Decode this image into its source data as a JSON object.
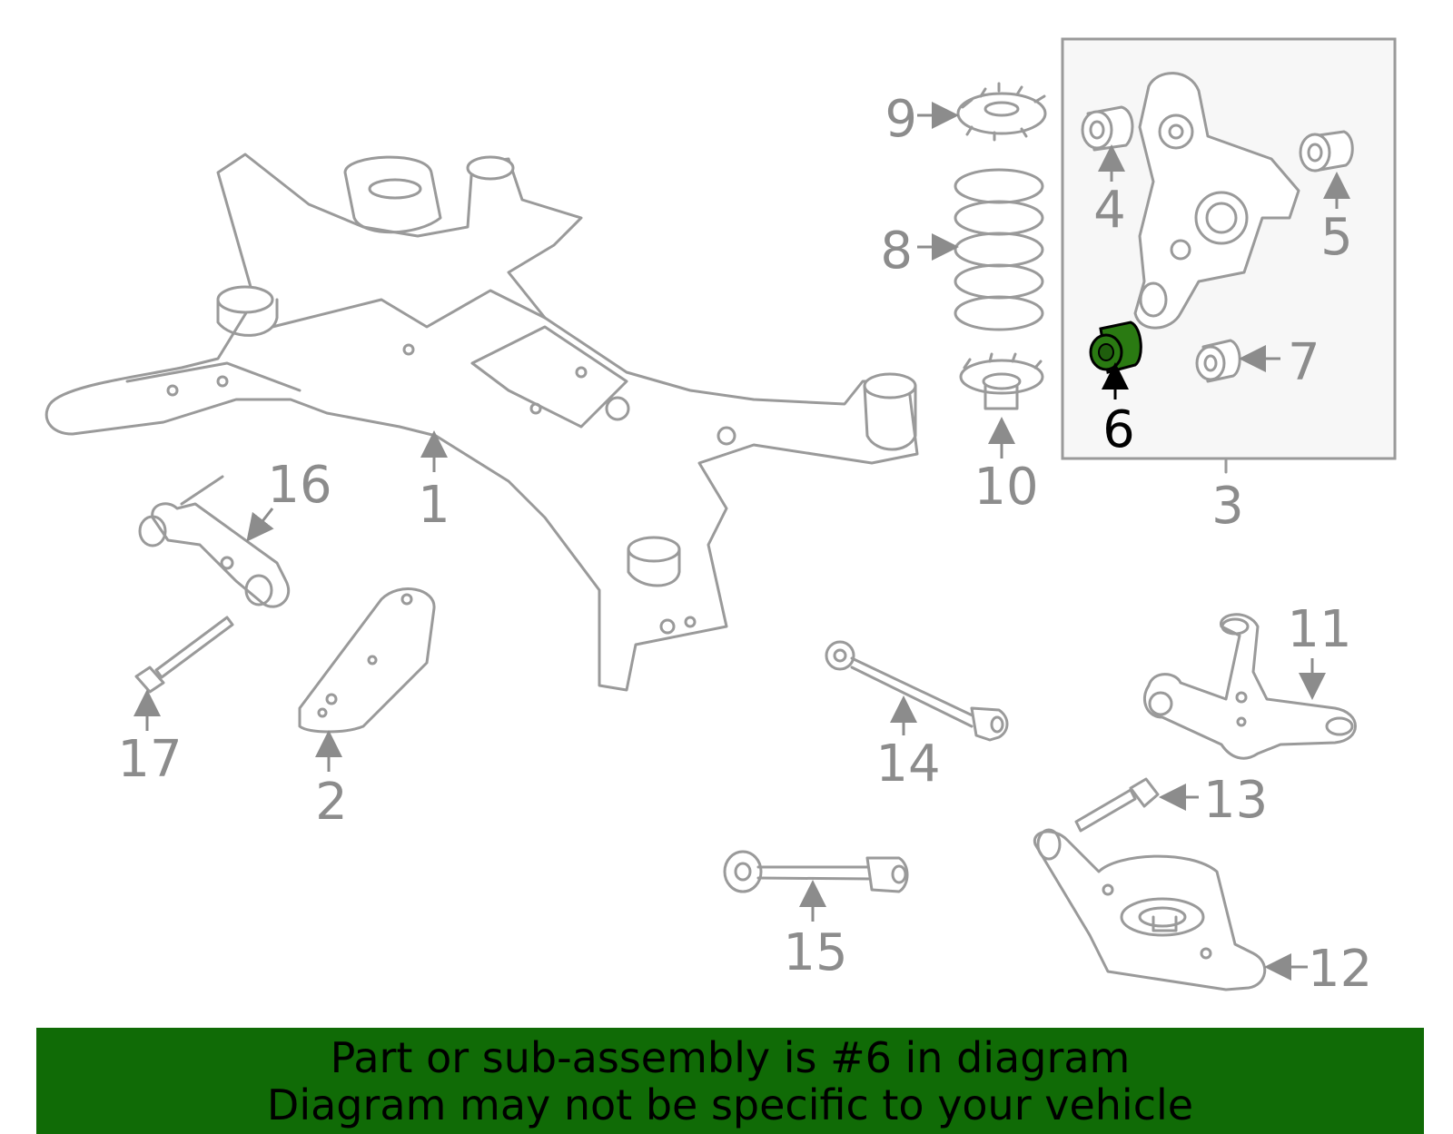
{
  "callouts": {
    "c1": "1",
    "c2": "2",
    "c3": "3",
    "c4": "4",
    "c5": "5",
    "c6": "6",
    "c7": "7",
    "c8": "8",
    "c9": "9",
    "c10": "10",
    "c11": "11",
    "c12": "12",
    "c13": "13",
    "c14": "14",
    "c15": "15",
    "c16": "16",
    "c17": "17"
  },
  "highlighted_part": "6",
  "colors": {
    "banner_bg": "#106b06",
    "highlight": "#2a7a12",
    "line_art": "#9a9a9a",
    "active_callout": "#000000"
  },
  "banner": {
    "line1": "Part or sub-assembly is #6 in diagram",
    "line2": "Diagram may not be specific to your vehicle"
  }
}
